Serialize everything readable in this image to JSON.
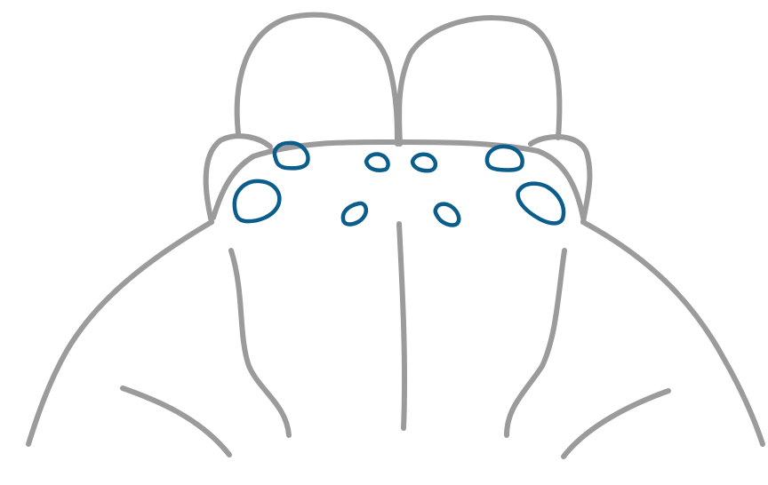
{
  "diagram": {
    "subject": "bird-head-outline-with-marked-points",
    "colors": {
      "background": "#ffffff",
      "outline": "#9b9b9b",
      "marker": "#0b5d8c"
    },
    "outline_parts": [
      "left-bulge",
      "right-bulge",
      "crown-ridge",
      "left-cheek-lobe",
      "right-cheek-lobe",
      "left-outer-contour",
      "right-outer-contour",
      "midline",
      "left-inner-contour",
      "right-inner-contour",
      "left-lower-arc",
      "right-lower-arc"
    ],
    "marker_count": 8
  }
}
